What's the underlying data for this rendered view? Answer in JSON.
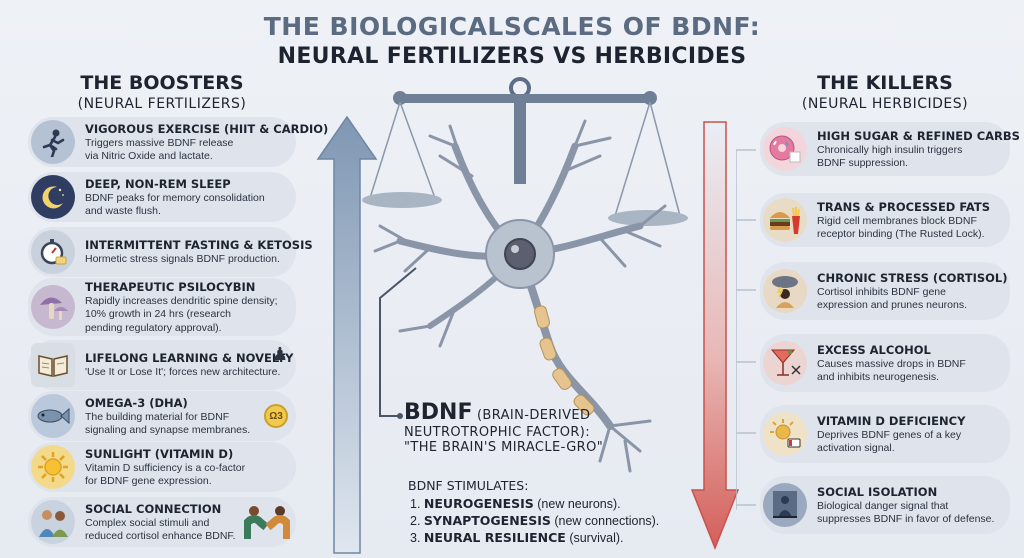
{
  "title": {
    "line1": "THE BIOLOGICALSCALES OF BDNF:",
    "line2": "NEURAL FERTILIZERS VS HERBICIDES"
  },
  "boosters": {
    "heading": "THE BOOSTERS",
    "subheading": "(NEURAL FERTILIZERS)",
    "items": [
      {
        "title": "VIGOROUS EXERCISE (HIIT & CARDIO)",
        "desc1": "Triggers massive BDNF release",
        "desc2": "via Nitric Oxide and lactate.",
        "icon": "runner-icon"
      },
      {
        "title": "DEEP, NON-REM SLEEP",
        "desc1": "BDNF peaks for memory consolidation",
        "desc2": "and waste flush.",
        "icon": "moon-icon"
      },
      {
        "title": "INTERMITTENT FASTING & KETOSIS",
        "desc1": "Hormetic stress signals BDNF production.",
        "desc2": "",
        "icon": "stopwatch-icon"
      },
      {
        "title": "THERAPEUTIC PSILOCYBIN",
        "desc1": "Rapidly increases dendritic spine density;",
        "desc2": "10% growth in 24 hrs (research",
        "desc3": "pending regulatory approval).",
        "icon": "mushroom-icon"
      },
      {
        "title": "LIFELONG LEARNING & NOVELTY",
        "desc1": "'Use It or Lose It'; forces new architecture.",
        "desc2": "",
        "icon": "book-icon"
      },
      {
        "title": "OMEGA-3 (DHA)",
        "desc1": "The building material for BDNF",
        "desc2": "signaling and synapse membranes.",
        "badge": "Ω3",
        "icon": "fish-icon"
      },
      {
        "title": "SUNLIGHT (VITAMIN D)",
        "desc1": "Vitamin D sufficiency is a co-factor",
        "desc2": "for BDNF gene expression.",
        "icon": "sun-icon"
      },
      {
        "title": "SOCIAL CONNECTION",
        "desc1": "Complex social stimuli and",
        "desc2": "reduced cortisol enhance BDNF.",
        "icon": "people-icon"
      }
    ]
  },
  "killers": {
    "heading": "THE KILLERS",
    "subheading": "(NEURAL HERBICIDES)",
    "items": [
      {
        "title": "HIGH SUGAR & REFINED CARBS",
        "desc1": "Chronically high insulin triggers",
        "desc2": "BDNF suppression.",
        "icon": "donut-icon"
      },
      {
        "title": "TRANS & PROCESSED FATS",
        "desc1": "Rigid cell membranes block BDNF",
        "desc2": "receptor binding (The Rusted Lock).",
        "icon": "burger-icon"
      },
      {
        "title": "CHRONIC STRESS (CORTISOL)",
        "desc1": "Cortisol inhibits BDNF gene",
        "desc2": "expression and prunes neurons.",
        "icon": "storm-cloud-icon"
      },
      {
        "title": "EXCESS ALCOHOL",
        "desc1": "Causes massive drops in BDNF",
        "desc2": "and inhibits neurogenesis.",
        "icon": "cocktail-icon"
      },
      {
        "title": "VITAMIN D DEFICIENCY",
        "desc1": "Deprives BDNF genes of a key",
        "desc2": "activation signal.",
        "icon": "dim-sun-icon"
      },
      {
        "title": "SOCIAL ISOLATION",
        "desc1": "Biological danger signal that",
        "desc2": "suppresses BDNF in favor of defense.",
        "icon": "isolated-person-icon"
      }
    ]
  },
  "center": {
    "bdnf_label": "BDNF",
    "bdnf_expansion_1": "(BRAIN-DERIVED",
    "bdnf_expansion_2": "NEUTROTROPHIC FACTOR):",
    "bdnf_tagline": "\"THE BRAIN'S MIRACLE-GRO\"",
    "stimulates_heading": "BDNF STIMULATES:",
    "stimulates": [
      {
        "num": "1.",
        "bold": "NEUROGENESIS",
        "rest": " (new neurons)."
      },
      {
        "num": "2.",
        "bold": "SYNAPTOGENESIS",
        "rest": " (new connections)."
      },
      {
        "num": "3.",
        "bold": "NEURAL RESILIENCE",
        "rest": " (survival)."
      }
    ]
  },
  "colors": {
    "up_arrow": "#7f97b3",
    "down_arrow": "#d45f5a",
    "card_bg": "#dfe4ec",
    "title_gray": "#5b6b82"
  }
}
